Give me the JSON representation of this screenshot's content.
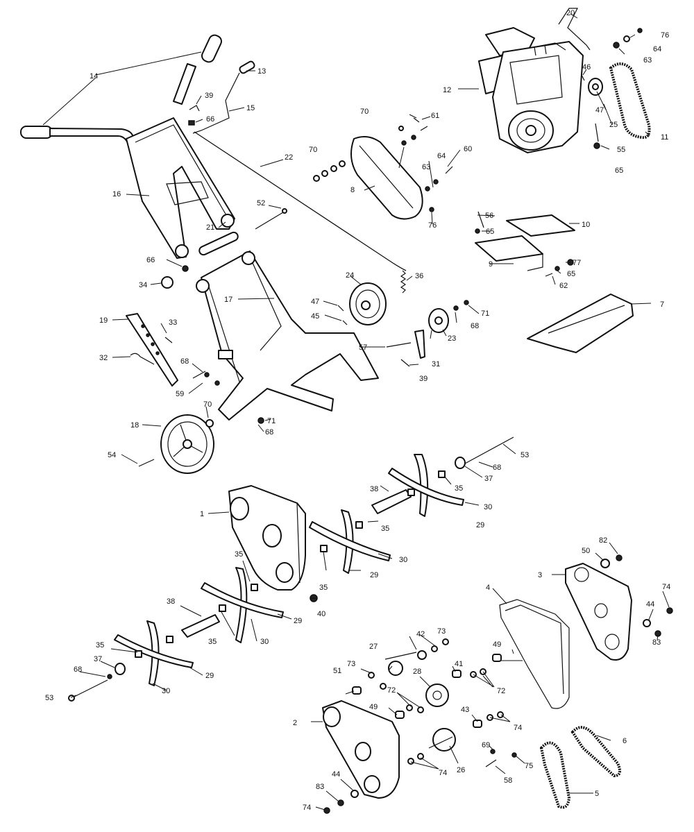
{
  "labels": {
    "p1": "1",
    "p2": "2",
    "p3": "3",
    "p4": "4",
    "p5": "5",
    "p6": "6",
    "p7": "7",
    "p8": "8",
    "p9": "9",
    "p10": "10",
    "p11": "11",
    "p12": "12",
    "p13": "13",
    "p14": "14",
    "p15": "15",
    "p16": "16",
    "p17": "17",
    "p18": "18",
    "p19": "19",
    "p20": "20",
    "p21": "21",
    "p22": "22",
    "p23": "23",
    "p24": "24",
    "p25": "25",
    "p26": "26",
    "p27": "27",
    "p28": "28",
    "p29": "29",
    "p30": "30",
    "p31": "31",
    "p32": "32",
    "p33": "33",
    "p34": "34",
    "p35": "35",
    "p36": "36",
    "p37": "37",
    "p38": "38",
    "p39": "39",
    "p40": "40",
    "p41": "41",
    "p42": "42",
    "p43": "43",
    "p44": "44",
    "p45": "45",
    "p46": "46",
    "p47": "47",
    "p49": "49",
    "p50": "50",
    "p51": "51",
    "p52": "52",
    "p53": "53",
    "p54": "54",
    "p55": "55",
    "p56": "56",
    "p57": "57",
    "p58": "58",
    "p59": "59",
    "p60": "60",
    "p61": "61",
    "p62": "62",
    "p63": "63",
    "p64": "64",
    "p65": "65",
    "p66": "66",
    "p68": "68",
    "p69": "69",
    "p70": "70",
    "p71": "71",
    "p72": "72",
    "p73": "73",
    "p74": "74",
    "p75": "75",
    "p76": "76",
    "p77": "77",
    "p82": "82",
    "p83": "83"
  }
}
